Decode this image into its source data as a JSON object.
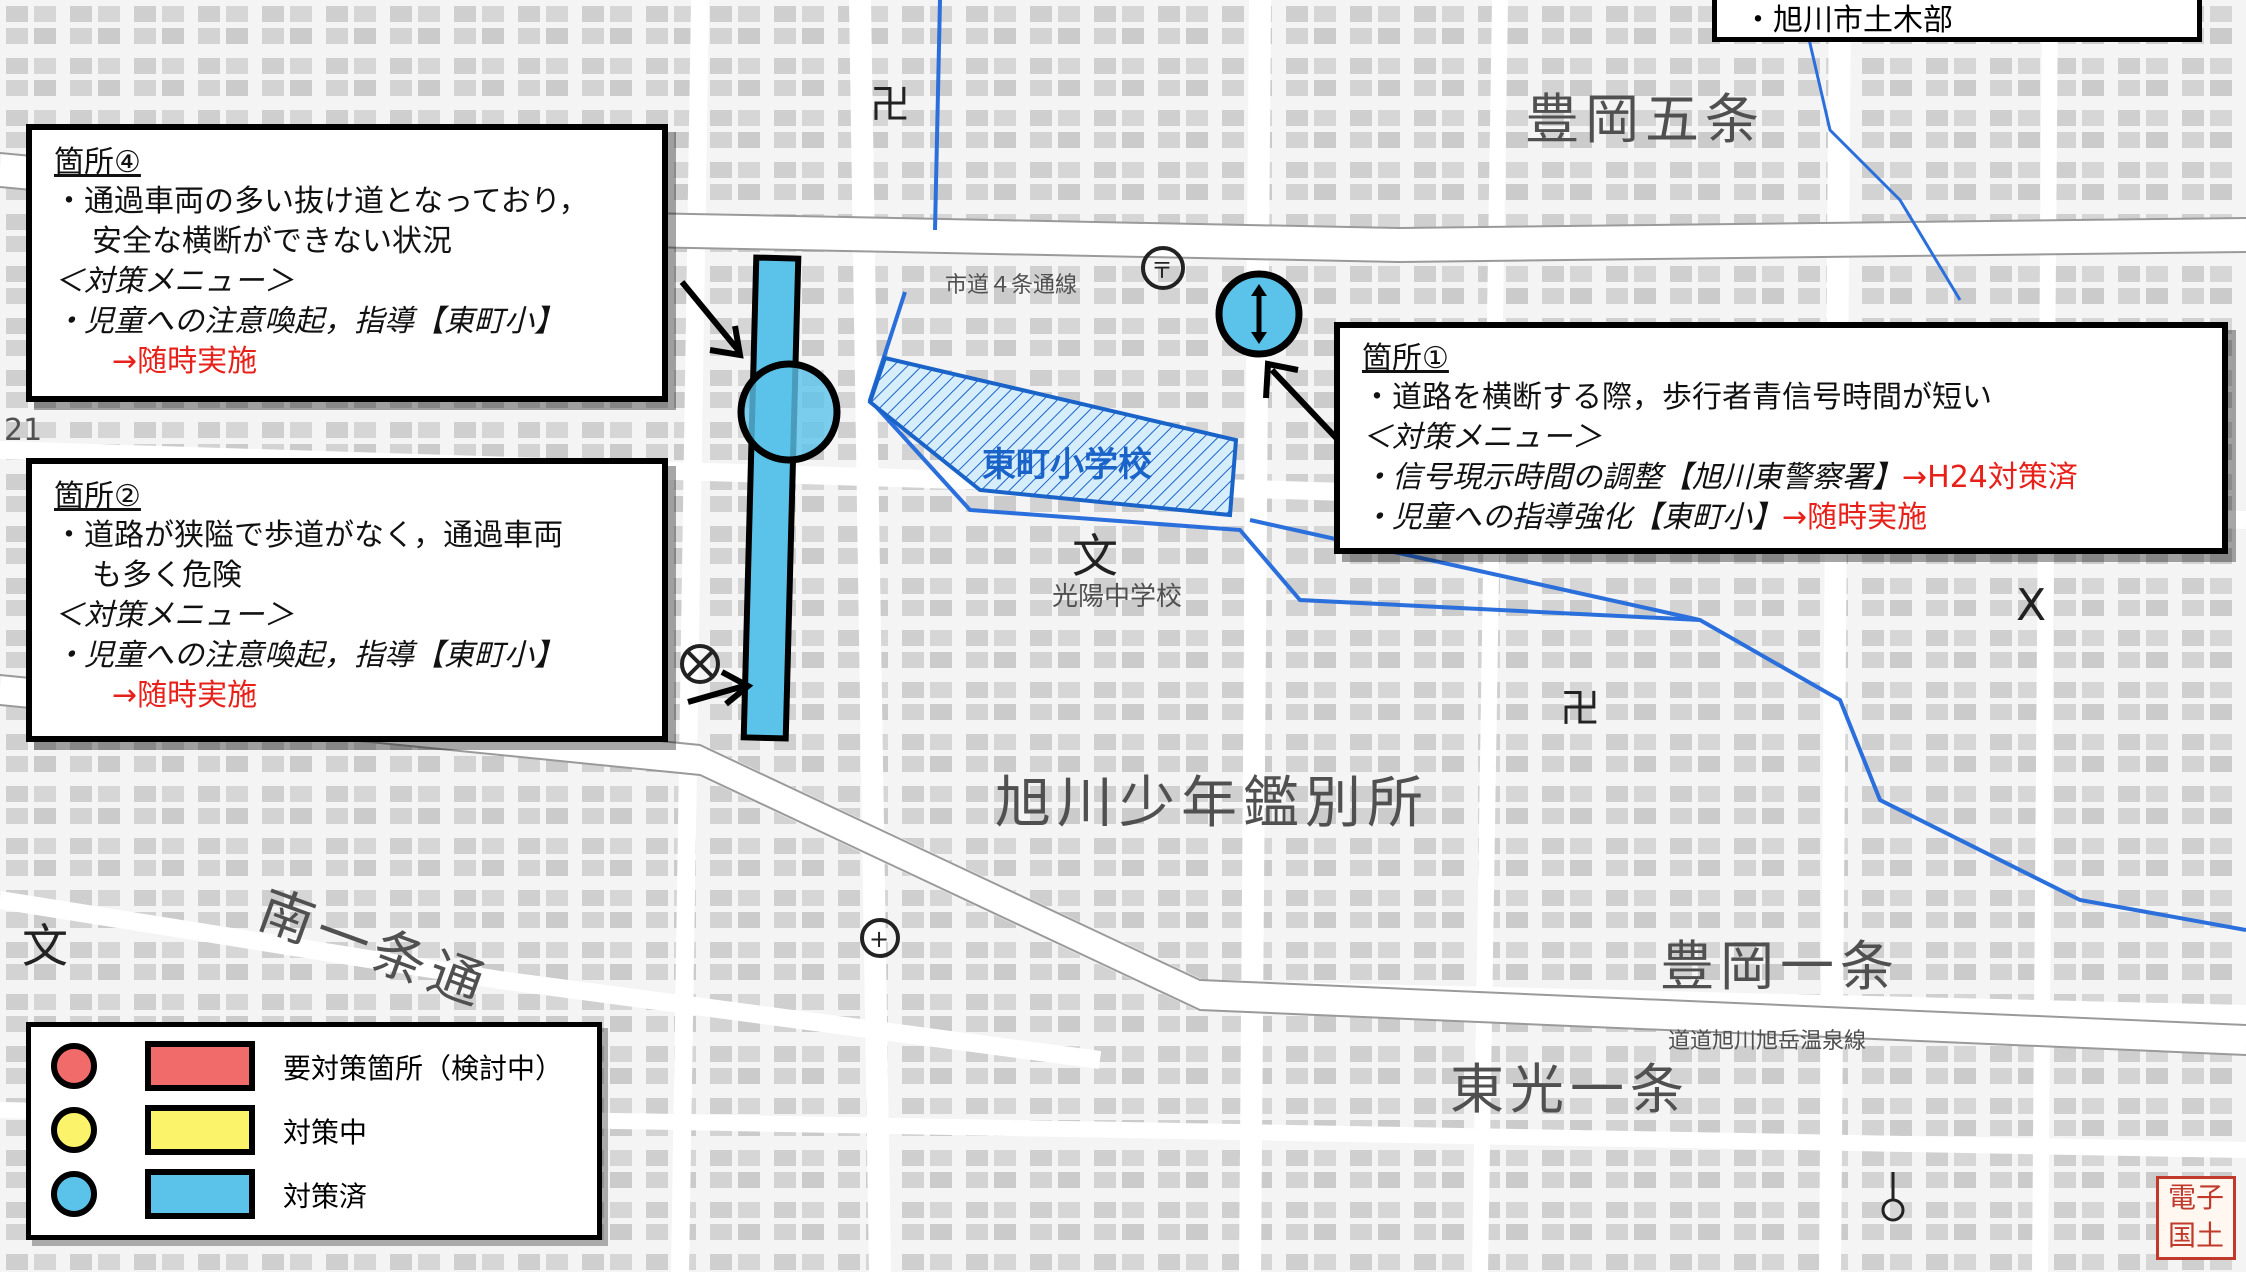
{
  "map_labels": {
    "toyooka_5jo": "豊岡五条",
    "toyooka_1jo": "豊岡一条",
    "higashimitsu_1jo": "東光一条",
    "minami_1jo_dori": "南一条通",
    "asahikawa_shonen": "旭川少年鑑別所",
    "shido_4jo": "市道４条通線",
    "dodo_asahikawa": "道道旭川旭岳温泉線",
    "koyo_jh": "光陽中学校",
    "higashimachi_es": "東町小学校",
    "edge_num": "21"
  },
  "top_box": {
    "text": "・旭川市土木部"
  },
  "box1": {
    "title": "箇所①",
    "line1": "・道路を横断する際，歩行者青信号時間が短い",
    "menu_header": "＜対策メニュー＞",
    "menu1": "・信号現示時間の調整【旭川東警察署】",
    "menu1_status": "→H24対策済",
    "menu2": "・児童への指導強化【東町小】",
    "menu2_status": "→随時実施"
  },
  "box2": {
    "title": "箇所②",
    "line1": "・道路が狭隘で歩道がなく，通過車両",
    "line2": "も多く危険",
    "menu_header": "＜対策メニュー＞",
    "menu1": "・児童への注意喚起，指導【東町小】",
    "menu1_status": "→随時実施"
  },
  "box4": {
    "title": "箇所④",
    "line1": "・通過車両の多い抜け道となっており，",
    "line2": "安全な横断ができない状況",
    "menu_header": "＜対策メニュー＞",
    "menu1": "・児童への注意喚起，指導【東町小】",
    "menu1_status": "→随時実施"
  },
  "legend": {
    "items": [
      {
        "label": "要対策箇所（検討中）",
        "color": "#f26b6b"
      },
      {
        "label": "対策中",
        "color": "#fbf36a"
      },
      {
        "label": "対策済",
        "color": "#5bc3ea"
      }
    ]
  },
  "stamp": {
    "line1": "電子",
    "line2": "国土"
  },
  "colors": {
    "done_fill": "#5bc3ea",
    "school_fill": "#d6eefc",
    "school_outline": "#1a63c9",
    "river": "#2a6fdb",
    "status_red": "#e8201a"
  }
}
